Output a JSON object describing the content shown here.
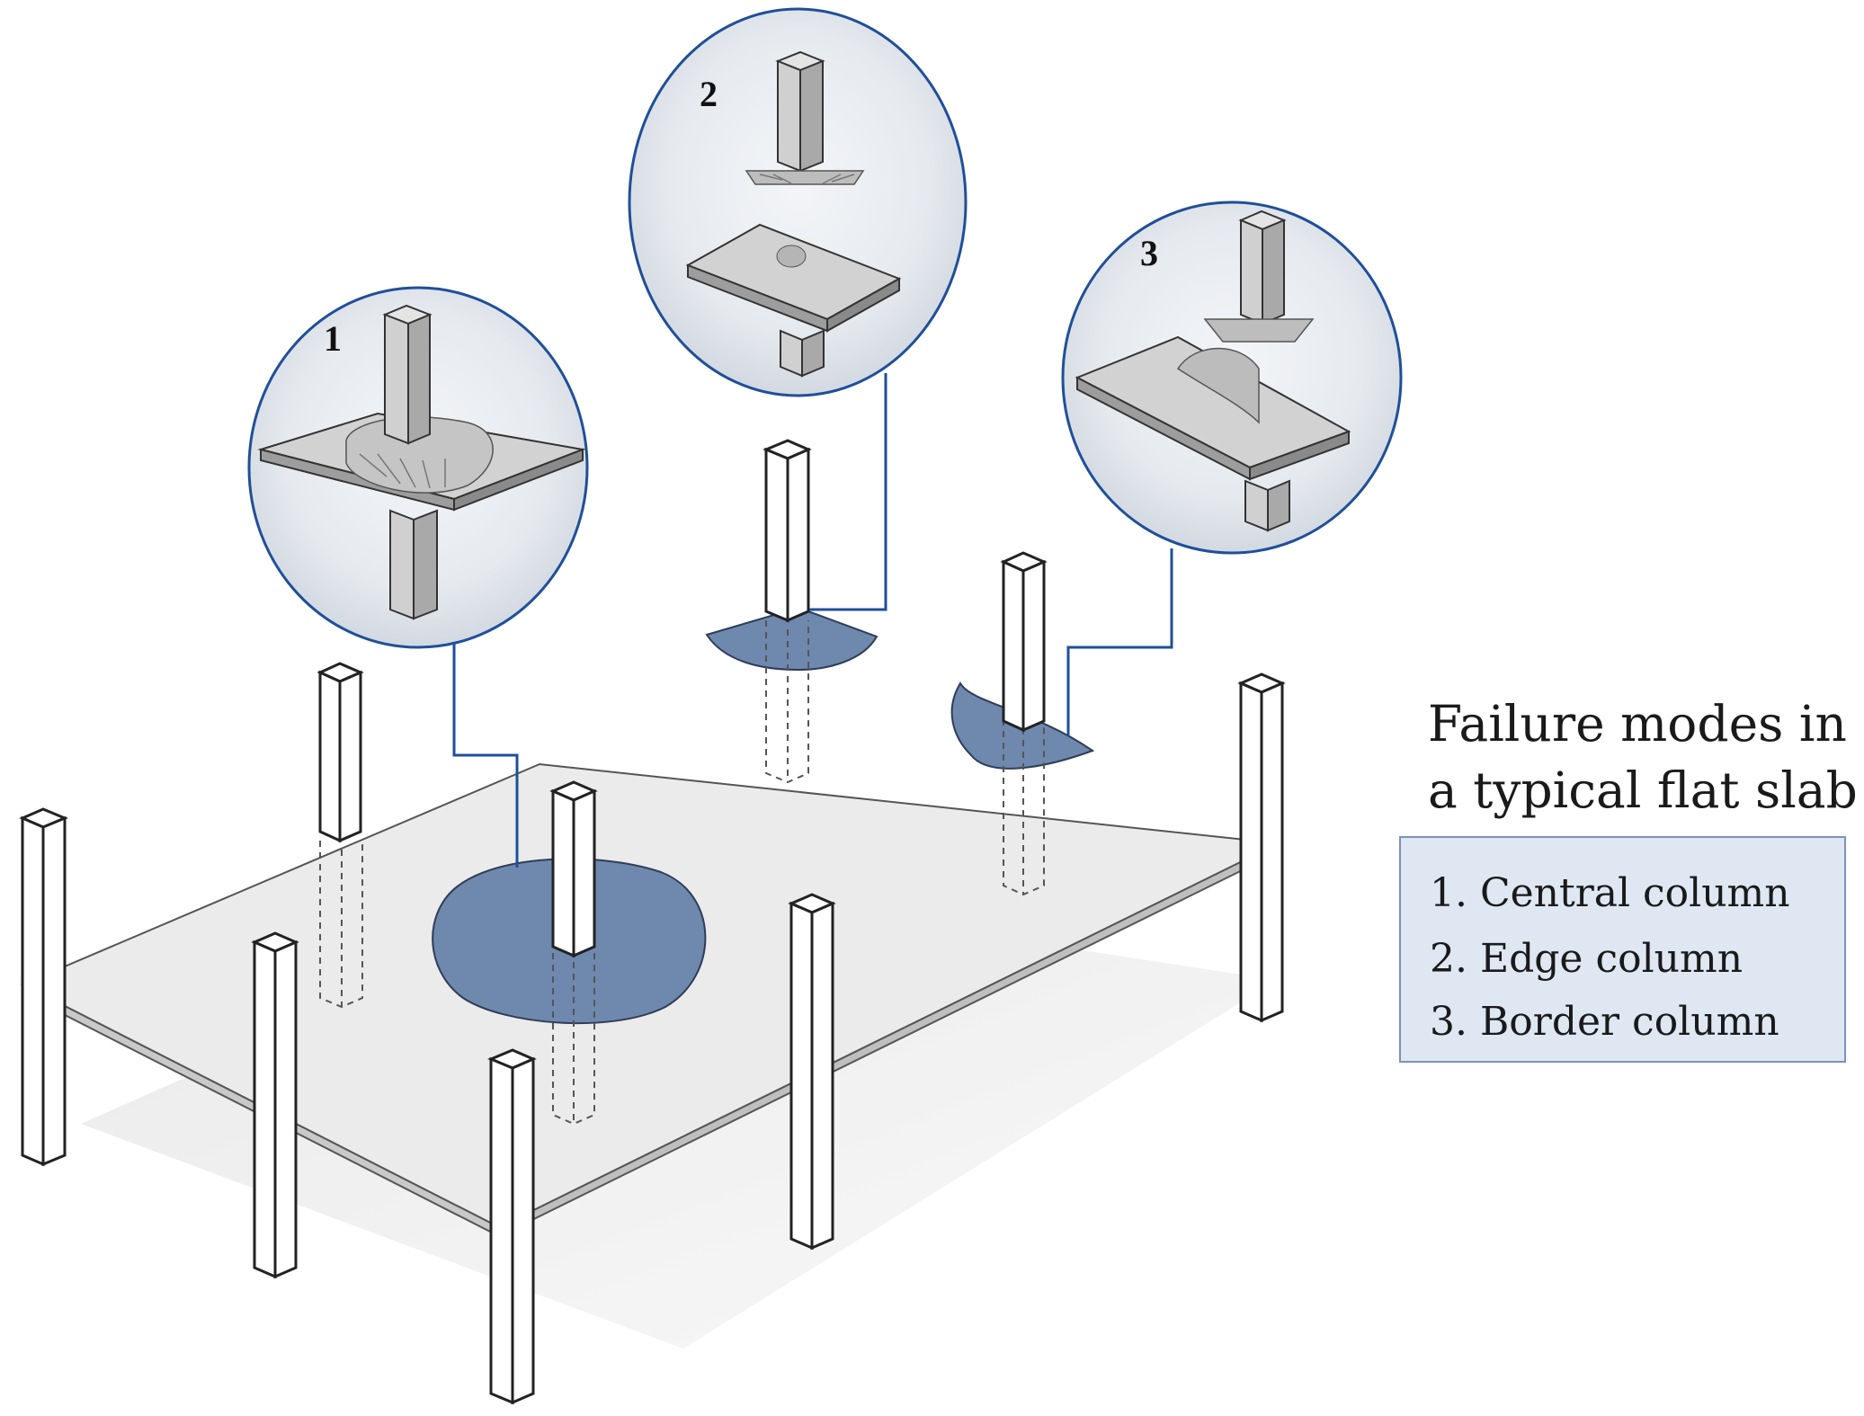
{
  "title": [
    "Failure modes in",
    "a typical flat slab"
  ],
  "callouts": [
    "1",
    "2",
    "3"
  ],
  "legend": [
    "1.  Central column",
    "2. Edge column",
    "3. Border column"
  ],
  "colors": {
    "failure_zone": "#6f88ae",
    "leader_line": "#1f4f9a",
    "slab": "#ededed",
    "legend_fill": "#dfe7f2"
  }
}
